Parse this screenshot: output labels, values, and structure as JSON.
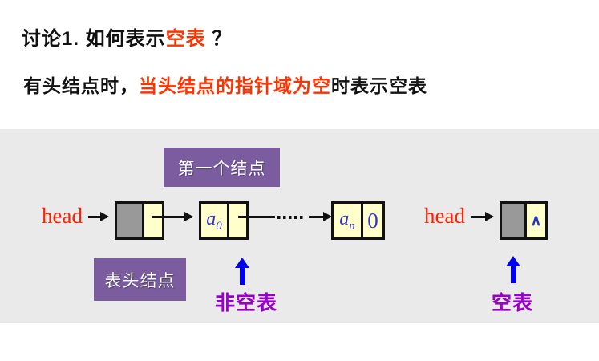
{
  "title": {
    "line1_pre": "讨论1. 如何表示",
    "line1_highlight": "空表",
    "line1_post": " ？",
    "line2_pre": "有头结点时，",
    "line2_highlight": "当头结点的指针域为空",
    "line2_post": "时表示空表"
  },
  "diagram": {
    "first_node_label": "第一个结点",
    "head_node_label": "表头结点",
    "head_pointer_1": "head",
    "head_pointer_2": "head",
    "node_a0_var": "a",
    "node_a0_sub": "0",
    "node_an_var": "a",
    "node_an_sub": "n",
    "tail_pointer_value": "0",
    "null_symbol": "∧",
    "nonempty_list_caption": "非空表",
    "empty_list_caption": "空表"
  },
  "colors": {
    "highlight_red": "#ff3300",
    "head_text_red": "#ff2200",
    "panel_gray": "#eaeaea",
    "label_box_purple": "#7a5c9f",
    "caption_purple": "#9900cc",
    "arrow_blue": "#0000ee",
    "node_fill_yellow": "#ffffcc",
    "node_data_gray": "#999999",
    "node_text_blue": "#3333cc"
  }
}
